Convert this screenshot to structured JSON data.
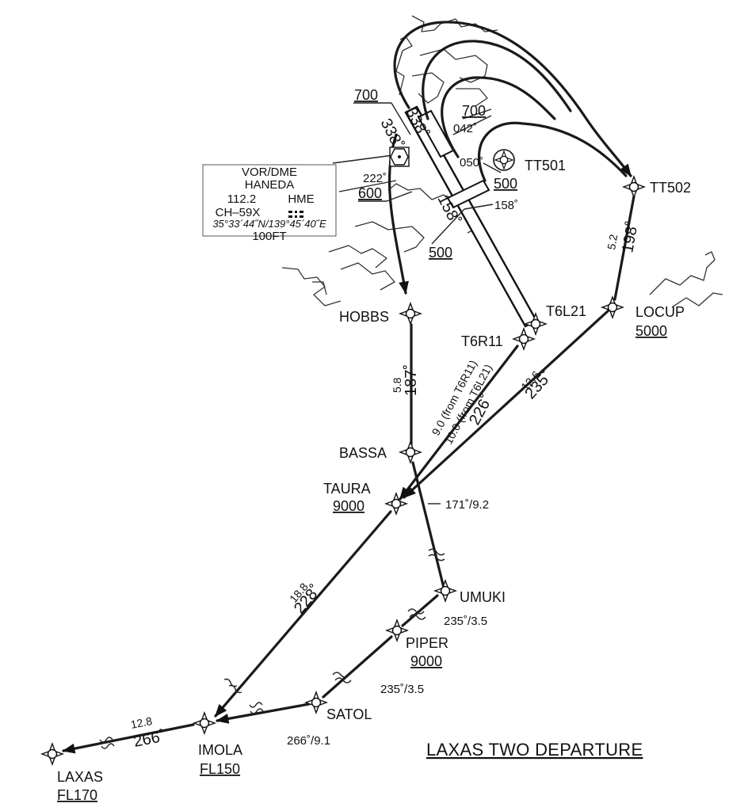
{
  "title": "LAXAS TWO DEPARTURE",
  "navaid": {
    "type": "VOR/DME",
    "name": "HANEDA",
    "frequency": "112.2",
    "ident": "HME",
    "channel": "CH–59X",
    "coordinates": "35°33´44˝N/139°45´40˝E",
    "elevation": "100FT"
  },
  "waypoints": {
    "tt501": {
      "name": "TT501",
      "alt": "500"
    },
    "tt502": {
      "name": "TT502"
    },
    "locup": {
      "name": "LOCUP",
      "alt": "5000"
    },
    "t6l21": {
      "name": "T6L21"
    },
    "t6r11": {
      "name": "T6R11"
    },
    "hobbs": {
      "name": "HOBBS"
    },
    "bassa": {
      "name": "BASSA"
    },
    "taura": {
      "name": "TAURA",
      "alt": "9000"
    },
    "umuki": {
      "name": "UMUKI"
    },
    "piper": {
      "name": "PIPER",
      "alt": "9000"
    },
    "satol": {
      "name": "SATOL"
    },
    "imola": {
      "name": "IMOLA",
      "alt": "FL150"
    },
    "laxas": {
      "name": "LAXAS",
      "alt": "FL170"
    }
  },
  "labels": {
    "alt_700_left": "700",
    "alt_700_right": "700",
    "crs_042": "042˚",
    "crs_338_a": "338˚",
    "crs_338_b": "338˚",
    "crs_050": "050˚",
    "crs_222": "222˚",
    "alt_600": "600",
    "crs_158_a": "158˚",
    "crs_158_b": "158˚",
    "alt_500_bottom": "500"
  },
  "legs": {
    "tt502_locup": {
      "dist": "5.2",
      "course": "198˚"
    },
    "hobbs_bassa": {
      "dist": "5.8",
      "course": "187˚"
    },
    "t6_taura_dist_r": "9.0 (from T6R11)",
    "t6_taura_dist_l": "10.0 (from T6L21)",
    "t6_taura_course": "226˚",
    "locup_taura": {
      "dist": "12.6",
      "course": "235˚"
    },
    "bassa_umuki": "171˚/9.2",
    "umuki_piper": "235˚/3.5",
    "piper_satol": "235˚/3.5",
    "taura_imola": {
      "dist": "18.8",
      "course": "228˚"
    },
    "satol_imola": "266˚/9.1",
    "imola_laxas": {
      "dist": "12.8",
      "course": "266˚"
    }
  }
}
